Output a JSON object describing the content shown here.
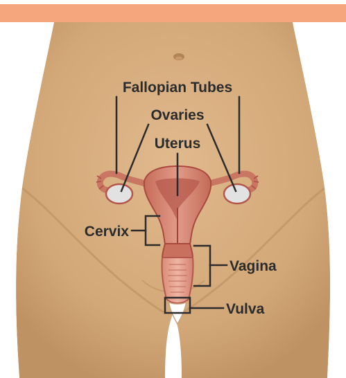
{
  "diagram": {
    "labels": {
      "fallopian_tubes": "Fallopian Tubes",
      "ovaries": "Ovaries",
      "uterus": "Uterus",
      "cervix": "Cervix",
      "vagina": "Vagina",
      "vulva": "Vulva"
    }
  },
  "colors": {
    "banner": "#f5a67c",
    "skin": "#d6ad7f",
    "skin_shadow": "#b98b5c",
    "organ": "#d9826e",
    "organ_dark": "#b4574b",
    "organ_light": "#eba597",
    "ovary": "#e2e2e2",
    "line": "#2b2b2b"
  }
}
